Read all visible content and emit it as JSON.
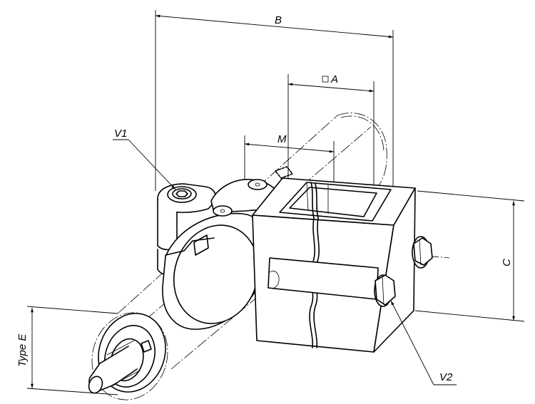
{
  "labels": {
    "dim_b": "B",
    "dim_a": "A",
    "dim_m": "M",
    "dim_c": "C",
    "dim_type_e": "Type E",
    "screw_v1": "V1",
    "screw_v2": "V2"
  }
}
